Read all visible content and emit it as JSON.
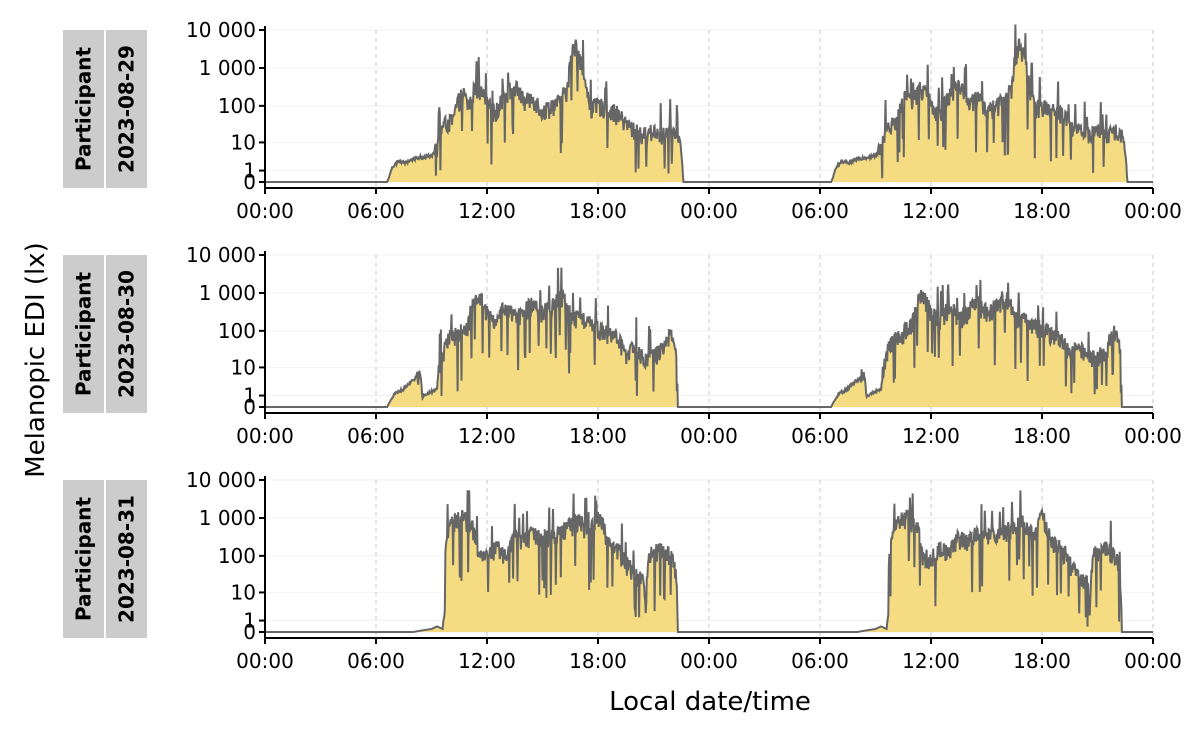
{
  "chart_data": {
    "type": "area",
    "ylabel": "Melanopic EDI (lx)",
    "xlabel": "Local date/time",
    "y_scale": "symlog",
    "y_ticks": [
      0,
      1,
      10,
      100,
      1000,
      10000
    ],
    "y_tick_labels": [
      "0",
      "1",
      "10",
      "100",
      "1 000",
      "10 000"
    ],
    "x_range_hours": [
      0,
      48
    ],
    "x_ticks_hours": [
      0,
      6,
      12,
      18,
      24,
      30,
      36,
      42,
      48
    ],
    "x_tick_labels": [
      "00:00",
      "06:00",
      "12:00",
      "18:00",
      "00:00",
      "06:00",
      "12:00",
      "18:00",
      "00:00"
    ],
    "vertical_gridlines": "dashed at 6-hour intervals",
    "colors": {
      "fill": "#f5dc82",
      "line": "#666666",
      "strip": "#cccccc",
      "gridline": "#c8c8c8"
    },
    "panels": [
      {
        "strip_labels": [
          "Participant",
          "2023-08-29"
        ],
        "profile": [
          [
            0,
            0
          ],
          [
            6.6,
            0
          ],
          [
            6.7,
            0.3
          ],
          [
            6.9,
            1.5
          ],
          [
            7.2,
            2.5
          ],
          [
            7.6,
            2.2
          ],
          [
            8.0,
            3
          ],
          [
            8.5,
            3.5
          ],
          [
            9.0,
            4
          ],
          [
            9.3,
            6
          ],
          [
            9.7,
            30
          ],
          [
            10.2,
            40
          ],
          [
            10.7,
            200
          ],
          [
            11.0,
            80
          ],
          [
            11.4,
            300
          ],
          [
            12.0,
            100
          ],
          [
            12.5,
            60
          ],
          [
            13.0,
            200
          ],
          [
            13.5,
            300
          ],
          [
            14.0,
            120
          ],
          [
            14.5,
            150
          ],
          [
            15.0,
            60
          ],
          [
            15.5,
            100
          ],
          [
            16.0,
            120
          ],
          [
            16.4,
            300
          ],
          [
            16.8,
            4000
          ],
          [
            17.1,
            1200
          ],
          [
            17.3,
            300
          ],
          [
            17.6,
            80
          ],
          [
            18.0,
            100
          ],
          [
            18.5,
            80
          ],
          [
            19.0,
            60
          ],
          [
            19.5,
            30
          ],
          [
            20.0,
            20
          ],
          [
            20.5,
            15
          ],
          [
            21.0,
            20
          ],
          [
            21.5,
            15
          ],
          [
            22.0,
            20
          ],
          [
            22.3,
            15
          ],
          [
            22.6,
            0
          ],
          [
            24.0,
            0
          ],
          [
            30.6,
            0
          ],
          [
            30.7,
            0.3
          ],
          [
            30.9,
            1.5
          ],
          [
            31.2,
            2.5
          ],
          [
            31.6,
            2.2
          ],
          [
            32.0,
            3
          ],
          [
            32.5,
            3.5
          ],
          [
            33.0,
            4
          ],
          [
            33.3,
            6
          ],
          [
            33.7,
            30
          ],
          [
            34.2,
            40
          ],
          [
            34.7,
            200
          ],
          [
            35.0,
            80
          ],
          [
            35.4,
            300
          ],
          [
            36.0,
            100
          ],
          [
            36.5,
            60
          ],
          [
            37.0,
            200
          ],
          [
            37.5,
            300
          ],
          [
            38.0,
            120
          ],
          [
            38.5,
            150
          ],
          [
            39.0,
            60
          ],
          [
            39.5,
            100
          ],
          [
            40.0,
            120
          ],
          [
            40.4,
            300
          ],
          [
            40.8,
            4000
          ],
          [
            41.1,
            1200
          ],
          [
            41.3,
            300
          ],
          [
            41.6,
            80
          ],
          [
            42.0,
            100
          ],
          [
            42.5,
            80
          ],
          [
            43.0,
            60
          ],
          [
            43.5,
            30
          ],
          [
            44.0,
            20
          ],
          [
            44.5,
            15
          ],
          [
            45.0,
            20
          ],
          [
            45.5,
            15
          ],
          [
            46.0,
            20
          ],
          [
            46.3,
            15
          ],
          [
            46.6,
            0
          ],
          [
            48,
            0
          ]
        ]
      },
      {
        "strip_labels": [
          "Participant",
          "2023-08-30"
        ],
        "profile": [
          [
            0,
            0
          ],
          [
            6.6,
            0
          ],
          [
            6.8,
            0.5
          ],
          [
            7.0,
            1.2
          ],
          [
            7.5,
            2
          ],
          [
            8.0,
            4
          ],
          [
            8.4,
            6
          ],
          [
            8.5,
            0.8
          ],
          [
            8.7,
            1.2
          ],
          [
            9.0,
            1.5
          ],
          [
            9.3,
            2
          ],
          [
            9.6,
            20
          ],
          [
            10.0,
            60
          ],
          [
            10.5,
            80
          ],
          [
            11.0,
            150
          ],
          [
            11.5,
            800
          ],
          [
            12.0,
            300
          ],
          [
            12.5,
            150
          ],
          [
            13.0,
            400
          ],
          [
            13.5,
            200
          ],
          [
            14.0,
            300
          ],
          [
            14.5,
            500
          ],
          [
            15.0,
            300
          ],
          [
            15.5,
            400
          ],
          [
            16.0,
            800
          ],
          [
            16.5,
            250
          ],
          [
            17.0,
            200
          ],
          [
            17.5,
            150
          ],
          [
            18.0,
            100
          ],
          [
            18.5,
            80
          ],
          [
            19.0,
            60
          ],
          [
            19.5,
            20
          ],
          [
            20.0,
            40
          ],
          [
            20.5,
            15
          ],
          [
            21.0,
            20
          ],
          [
            21.5,
            30
          ],
          [
            22.0,
            100
          ],
          [
            22.3,
            0
          ],
          [
            24.0,
            0
          ],
          [
            30.6,
            0
          ],
          [
            30.8,
            0.5
          ],
          [
            31.0,
            1.2
          ],
          [
            31.5,
            2
          ],
          [
            32.0,
            4
          ],
          [
            32.4,
            6
          ],
          [
            32.5,
            0.8
          ],
          [
            32.7,
            1.2
          ],
          [
            33.0,
            1.5
          ],
          [
            33.3,
            2
          ],
          [
            33.6,
            20
          ],
          [
            34.0,
            60
          ],
          [
            34.5,
            80
          ],
          [
            35.0,
            150
          ],
          [
            35.5,
            800
          ],
          [
            36.0,
            300
          ],
          [
            36.5,
            150
          ],
          [
            37.0,
            400
          ],
          [
            37.5,
            200
          ],
          [
            38.0,
            300
          ],
          [
            38.5,
            500
          ],
          [
            39.0,
            300
          ],
          [
            39.5,
            400
          ],
          [
            40.0,
            800
          ],
          [
            40.5,
            250
          ],
          [
            41.0,
            200
          ],
          [
            41.5,
            150
          ],
          [
            42.0,
            100
          ],
          [
            42.5,
            80
          ],
          [
            43.0,
            60
          ],
          [
            43.5,
            20
          ],
          [
            44.0,
            40
          ],
          [
            44.5,
            15
          ],
          [
            45.0,
            20
          ],
          [
            45.5,
            30
          ],
          [
            46.0,
            100
          ],
          [
            46.3,
            0
          ],
          [
            48,
            0
          ]
        ]
      },
      {
        "strip_labels": [
          "Participant",
          "2023-08-31"
        ],
        "profile": [
          [
            0,
            0
          ],
          [
            8.0,
            0
          ],
          [
            8.5,
            0.1
          ],
          [
            9.0,
            0.2
          ],
          [
            9.3,
            0.4
          ],
          [
            9.6,
            0.2
          ],
          [
            9.7,
            2
          ],
          [
            9.8,
            200
          ],
          [
            10.2,
            800
          ],
          [
            10.7,
            1000
          ],
          [
            11.2,
            600
          ],
          [
            11.5,
            100
          ],
          [
            12.0,
            80
          ],
          [
            12.5,
            150
          ],
          [
            13.0,
            100
          ],
          [
            13.5,
            300
          ],
          [
            14.0,
            200
          ],
          [
            14.5,
            400
          ],
          [
            15.0,
            300
          ],
          [
            15.5,
            300
          ],
          [
            16.0,
            400
          ],
          [
            16.5,
            600
          ],
          [
            17.0,
            800
          ],
          [
            17.5,
            300
          ],
          [
            18.0,
            1000
          ],
          [
            18.5,
            200
          ],
          [
            19.0,
            150
          ],
          [
            19.5,
            60
          ],
          [
            20.0,
            30
          ],
          [
            20.4,
            20
          ],
          [
            20.6,
            0
          ],
          [
            20.8,
            100
          ],
          [
            21.5,
            150
          ],
          [
            22.0,
            80
          ],
          [
            22.3,
            0
          ],
          [
            24.0,
            0
          ],
          [
            32.0,
            0
          ],
          [
            32.5,
            0.1
          ],
          [
            33.0,
            0.2
          ],
          [
            33.3,
            0.4
          ],
          [
            33.6,
            0.2
          ],
          [
            33.7,
            2
          ],
          [
            33.8,
            200
          ],
          [
            34.2,
            800
          ],
          [
            34.7,
            1000
          ],
          [
            35.2,
            600
          ],
          [
            35.5,
            100
          ],
          [
            36.0,
            80
          ],
          [
            36.5,
            150
          ],
          [
            37.0,
            100
          ],
          [
            37.5,
            300
          ],
          [
            38.0,
            200
          ],
          [
            38.5,
            400
          ],
          [
            39.0,
            300
          ],
          [
            39.5,
            300
          ],
          [
            40.0,
            400
          ],
          [
            40.5,
            600
          ],
          [
            41.0,
            800
          ],
          [
            41.5,
            300
          ],
          [
            42.0,
            1000
          ],
          [
            42.5,
            200
          ],
          [
            43.0,
            150
          ],
          [
            43.5,
            60
          ],
          [
            44.0,
            30
          ],
          [
            44.4,
            20
          ],
          [
            44.6,
            0
          ],
          [
            44.8,
            100
          ],
          [
            45.5,
            150
          ],
          [
            46.0,
            80
          ],
          [
            46.3,
            0
          ],
          [
            48,
            0
          ]
        ]
      }
    ]
  }
}
